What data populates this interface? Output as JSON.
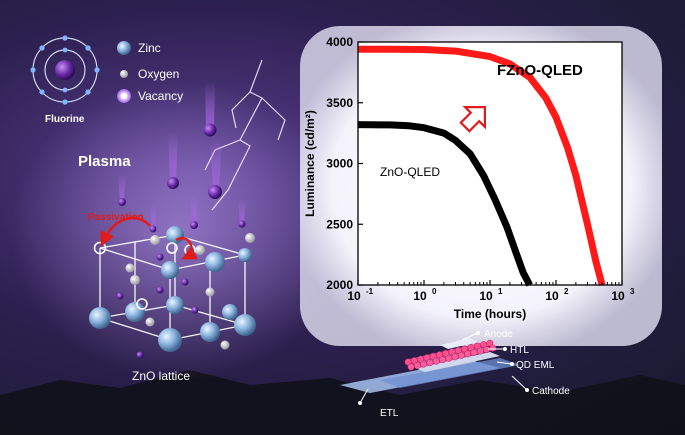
{
  "legend": {
    "zinc": "Zinc",
    "oxygen": "Oxygen",
    "vacancy": "Vacancy",
    "fluorine": "Fluorine"
  },
  "labels": {
    "plasma": "Plasma",
    "passivation": "Passivation",
    "lattice": "ZnO lattice"
  },
  "device": {
    "anode": "Anode",
    "htl": "HTL",
    "qd_eml": "QD EML",
    "cathode": "Cathode",
    "etl": "ETL"
  },
  "colors": {
    "fzno": "#ff1a1a",
    "zno": "#000000",
    "accent_arrow": "#e11b1b",
    "passivation": "#e11b1b"
  },
  "chart_data": {
    "type": "line",
    "xlabel": "Time (hours)",
    "ylabel": "Luminance (cd/m²)",
    "xscale": "log",
    "xlim": [
      0.1,
      1000
    ],
    "ylim": [
      2000,
      4000
    ],
    "xticks": [
      {
        "v": 0.1,
        "b": "10",
        "e": "-1"
      },
      {
        "v": 1,
        "b": "10",
        "e": "0"
      },
      {
        "v": 10,
        "b": "10",
        "e": "1"
      },
      {
        "v": 100,
        "b": "10",
        "e": "2"
      },
      {
        "v": 1000,
        "b": "10",
        "e": "3"
      }
    ],
    "yticks": [
      2000,
      2500,
      3000,
      3500,
      4000
    ],
    "series": [
      {
        "name": "FZnO-QLED",
        "color": "#ff1a1a",
        "x": [
          0.1,
          0.3,
          1,
          3,
          10,
          20,
          40,
          70,
          100,
          150,
          200,
          300,
          400,
          500
        ],
        "y": [
          3940,
          3940,
          3938,
          3925,
          3880,
          3820,
          3710,
          3540,
          3380,
          3130,
          2900,
          2500,
          2200,
          2000
        ]
      },
      {
        "name": "ZnO-QLED",
        "color": "#000000",
        "x": [
          0.1,
          0.3,
          0.6,
          1,
          2,
          3,
          5,
          8,
          12,
          18,
          25,
          32,
          40
        ],
        "y": [
          3320,
          3318,
          3310,
          3295,
          3250,
          3190,
          3080,
          2900,
          2700,
          2480,
          2260,
          2100,
          2000
        ]
      }
    ]
  }
}
